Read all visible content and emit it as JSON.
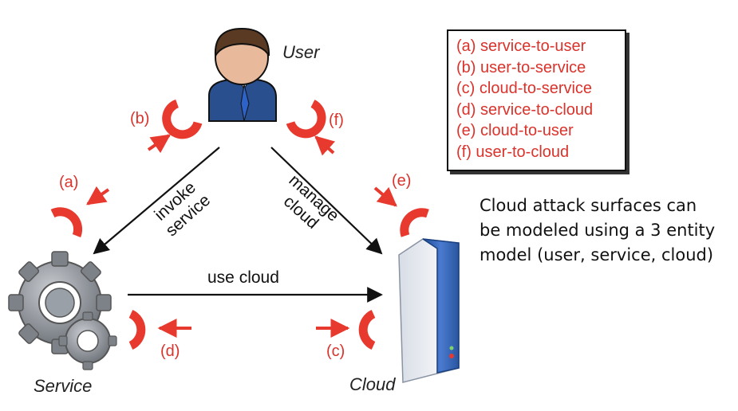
{
  "nodes": {
    "user": "User",
    "service": "Service",
    "cloud": "Cloud"
  },
  "edges": {
    "invoke": [
      "invoke",
      "service"
    ],
    "manage": [
      "manage",
      "cloud"
    ],
    "use": "use cloud"
  },
  "surfaces": {
    "a": "(a)",
    "b": "(b)",
    "c": "(c)",
    "d": "(d)",
    "e": "(e)",
    "f": "(f)"
  },
  "legend": [
    "(a) service-to-user",
    "(b) user-to-service",
    "(c) cloud-to-service",
    "(d) service-to-cloud",
    "(e) cloud-to-user",
    "(f) user-to-cloud"
  ],
  "caption": [
    "Cloud attack surfaces can",
    "be modeled using a 3 entity",
    "model (user, service, cloud)"
  ],
  "colors": {
    "surface": "#e8392e",
    "label": "#d9332c",
    "arrow": "#111111",
    "server": "#2f5fae",
    "gear": "#8a8f96"
  }
}
